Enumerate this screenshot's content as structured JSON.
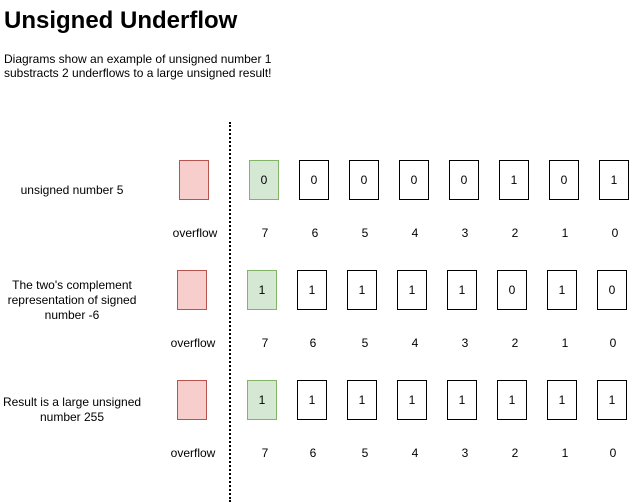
{
  "title": "Unsigned Underflow",
  "subtitle": "Diagrams show an example of unsigned number 1 substracts 2 underflows to a large unsigned result!",
  "colors": {
    "overflow_fill": "#f8cecc",
    "overflow_border": "#b85450",
    "msb_fill": "#d5e8d4",
    "msb_border": "#82b366"
  },
  "rows": [
    {
      "label": "unsigned number 5",
      "bits": [
        "0",
        "0",
        "0",
        "0",
        "0",
        "1",
        "0",
        "1"
      ],
      "overflow_label": "overflow",
      "indices": [
        "7",
        "6",
        "5",
        "4",
        "3",
        "2",
        "1",
        "0"
      ]
    },
    {
      "label": "The two's complement representation of signed number -6",
      "bits": [
        "1",
        "1",
        "1",
        "1",
        "1",
        "0",
        "1",
        "0"
      ],
      "overflow_label": "overflow",
      "indices": [
        "7",
        "6",
        "5",
        "4",
        "3",
        "2",
        "1",
        "0"
      ]
    },
    {
      "label": "Result is a large unsigned number 255",
      "bits": [
        "1",
        "1",
        "1",
        "1",
        "1",
        "1",
        "1",
        "1"
      ],
      "overflow_label": "overflow",
      "indices": [
        "7",
        "6",
        "5",
        "4",
        "3",
        "2",
        "1",
        "0"
      ]
    }
  ]
}
